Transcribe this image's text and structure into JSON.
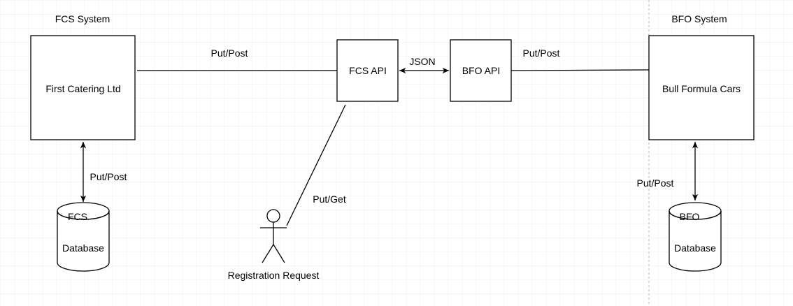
{
  "colors": {
    "background": "#ffffff",
    "grid_line": "#e4e4e4",
    "stroke": "#000000",
    "separator": "#b3b3b3"
  },
  "systems": {
    "fcs_title": "FCS System",
    "bfo_title": "BFO System"
  },
  "nodes": {
    "first_catering": "First Catering Ltd",
    "fcs_api": "FCS API",
    "bfo_api": "BFO API",
    "bull_formula": "Bull Formula Cars"
  },
  "databases": {
    "fcs_db_name": "FCS",
    "fcs_db_label": "Database",
    "bfo_db_name": "BFO",
    "bfo_db_label": "Database"
  },
  "actor": {
    "label": "Registration Request"
  },
  "edges": {
    "fcs_to_api": "Put/Post",
    "api_json": "JSON",
    "api_to_bfo": "Put/Post",
    "fcs_db_link": "Put/Post",
    "bfo_db_link": "Put/Post",
    "actor_link": "Put/Get"
  }
}
